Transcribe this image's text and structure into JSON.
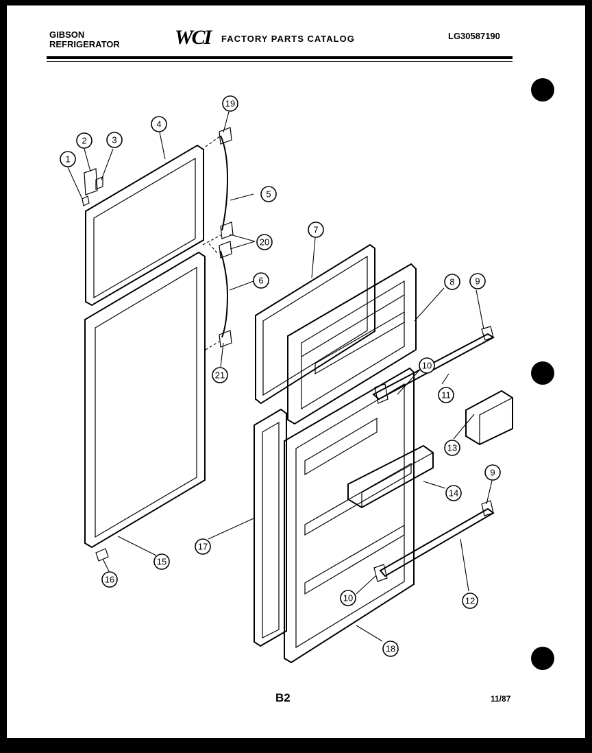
{
  "header": {
    "brand_line1": "GIBSON",
    "brand_line2": "REFRIGERATOR",
    "logo": "WCI",
    "catalog_title": "FACTORY PARTS CATALOG",
    "model_number": "LG30587190"
  },
  "footer": {
    "page_number": "B2",
    "date": "11/87"
  },
  "callouts": [
    {
      "id": "c1",
      "label": "1"
    },
    {
      "id": "c2",
      "label": "2"
    },
    {
      "id": "c3",
      "label": "3"
    },
    {
      "id": "c4",
      "label": "4"
    },
    {
      "id": "c19",
      "label": "19"
    },
    {
      "id": "c5",
      "label": "5"
    },
    {
      "id": "c20",
      "label": "20"
    },
    {
      "id": "c6",
      "label": "6"
    },
    {
      "id": "c21",
      "label": "21"
    },
    {
      "id": "c7",
      "label": "7"
    },
    {
      "id": "c8",
      "label": "8"
    },
    {
      "id": "c9a",
      "label": "9"
    },
    {
      "id": "c10a",
      "label": "10"
    },
    {
      "id": "c11",
      "label": "11"
    },
    {
      "id": "c13",
      "label": "13"
    },
    {
      "id": "c14",
      "label": "14"
    },
    {
      "id": "c9b",
      "label": "9"
    },
    {
      "id": "c17",
      "label": "17"
    },
    {
      "id": "c15",
      "label": "15"
    },
    {
      "id": "c16",
      "label": "16"
    },
    {
      "id": "c10b",
      "label": "10"
    },
    {
      "id": "c12",
      "label": "12"
    },
    {
      "id": "c18",
      "label": "18"
    }
  ]
}
